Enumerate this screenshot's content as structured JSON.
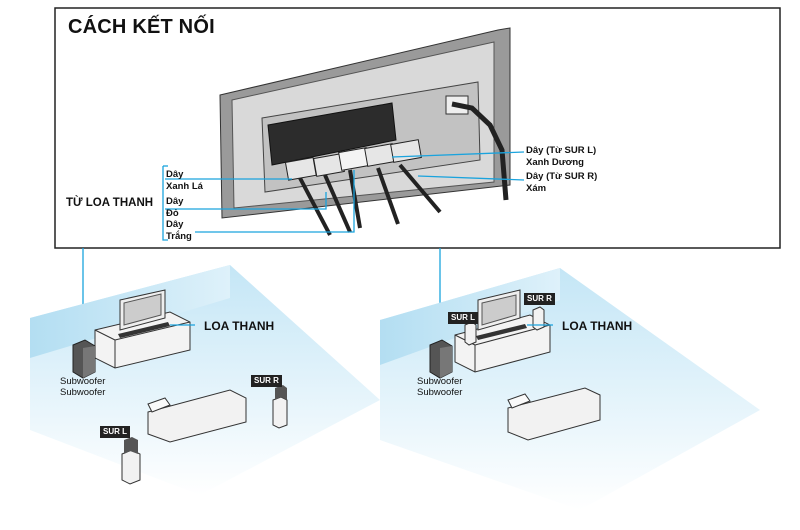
{
  "title": "CÁCH KẾT NỐI",
  "source_label": "TỪ LOA THANH",
  "wires_left": [
    {
      "line1": "Dây",
      "line2": "Xanh Lá"
    },
    {
      "line1": "Dây",
      "line2": "Đỏ"
    },
    {
      "line1": "Dây",
      "line2": "Trắng"
    }
  ],
  "wires_right": [
    {
      "line1": "Dây (Từ SUR L)",
      "line2": "Xanh Dương"
    },
    {
      "line1": "Dây (Từ SUR R)",
      "line2": "Xám"
    }
  ],
  "left_room": {
    "soundbar_label": "LOA THANH",
    "subwoofer_label_1": "Subwoofer",
    "subwoofer_label_2": "Subwoofer",
    "sur_r_tag": "SUR R",
    "sur_l_tag": "SUR L"
  },
  "right_room": {
    "soundbar_label": "LOA THANH",
    "subwoofer_label_1": "Subwoofer",
    "subwoofer_label_2": "Subwoofer",
    "sur_r_tag": "SUR R",
    "sur_l_tag": "SUR L"
  },
  "colors": {
    "leader_line": "#1aa3dd",
    "floor": "#d3ecf8",
    "wall": "#bfe3f4",
    "panel_border": "#222222"
  }
}
